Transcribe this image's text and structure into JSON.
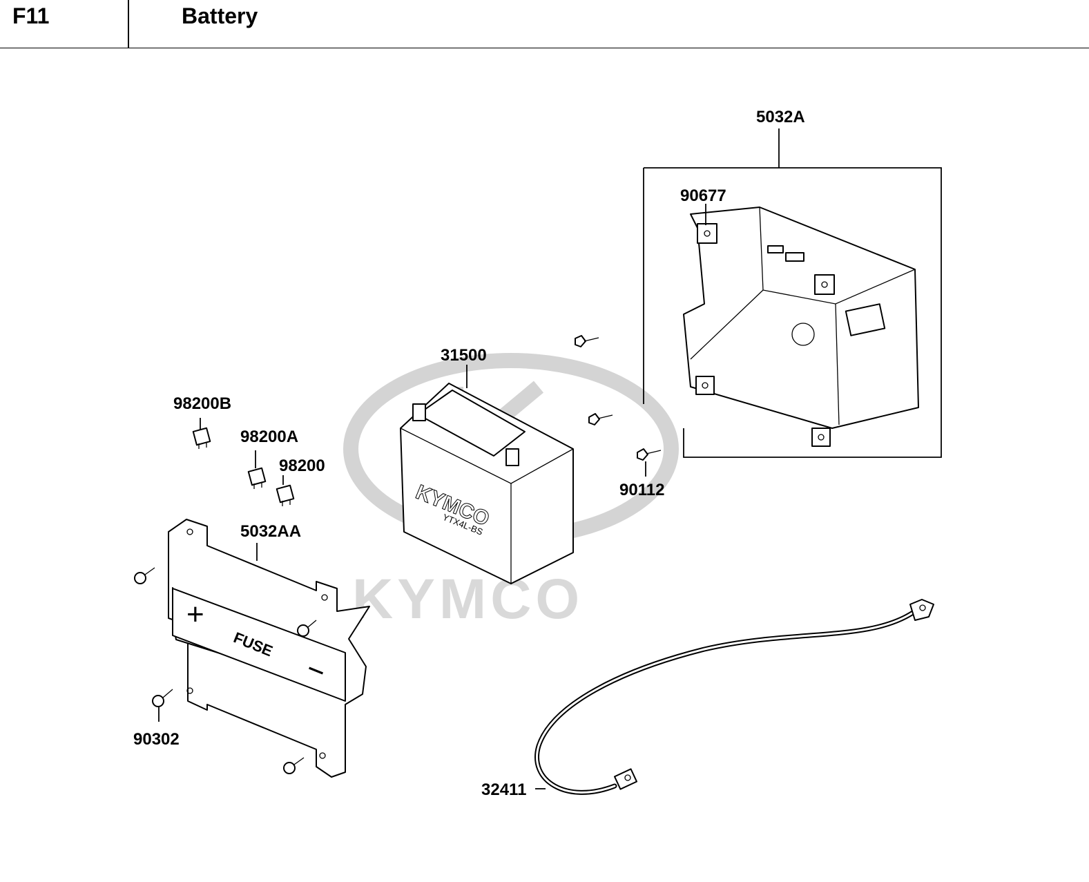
{
  "header": {
    "code": "F11",
    "title": "Battery"
  },
  "watermark": {
    "brand": "KYMCO"
  },
  "battery_print": {
    "brand": "KYMCO",
    "model": "YTX4L-BS"
  },
  "bracket_print": {
    "fuse": "FUSE",
    "plus": "+",
    "minus": "−"
  },
  "parts": {
    "p5032A": "5032A",
    "p90677": "90677",
    "p31500": "31500",
    "p98200B": "98200B",
    "p98200A": "98200A",
    "p98200": "98200",
    "p5032AA": "5032AA",
    "p90112": "90112",
    "p90302": "90302",
    "p32411": "32411"
  }
}
